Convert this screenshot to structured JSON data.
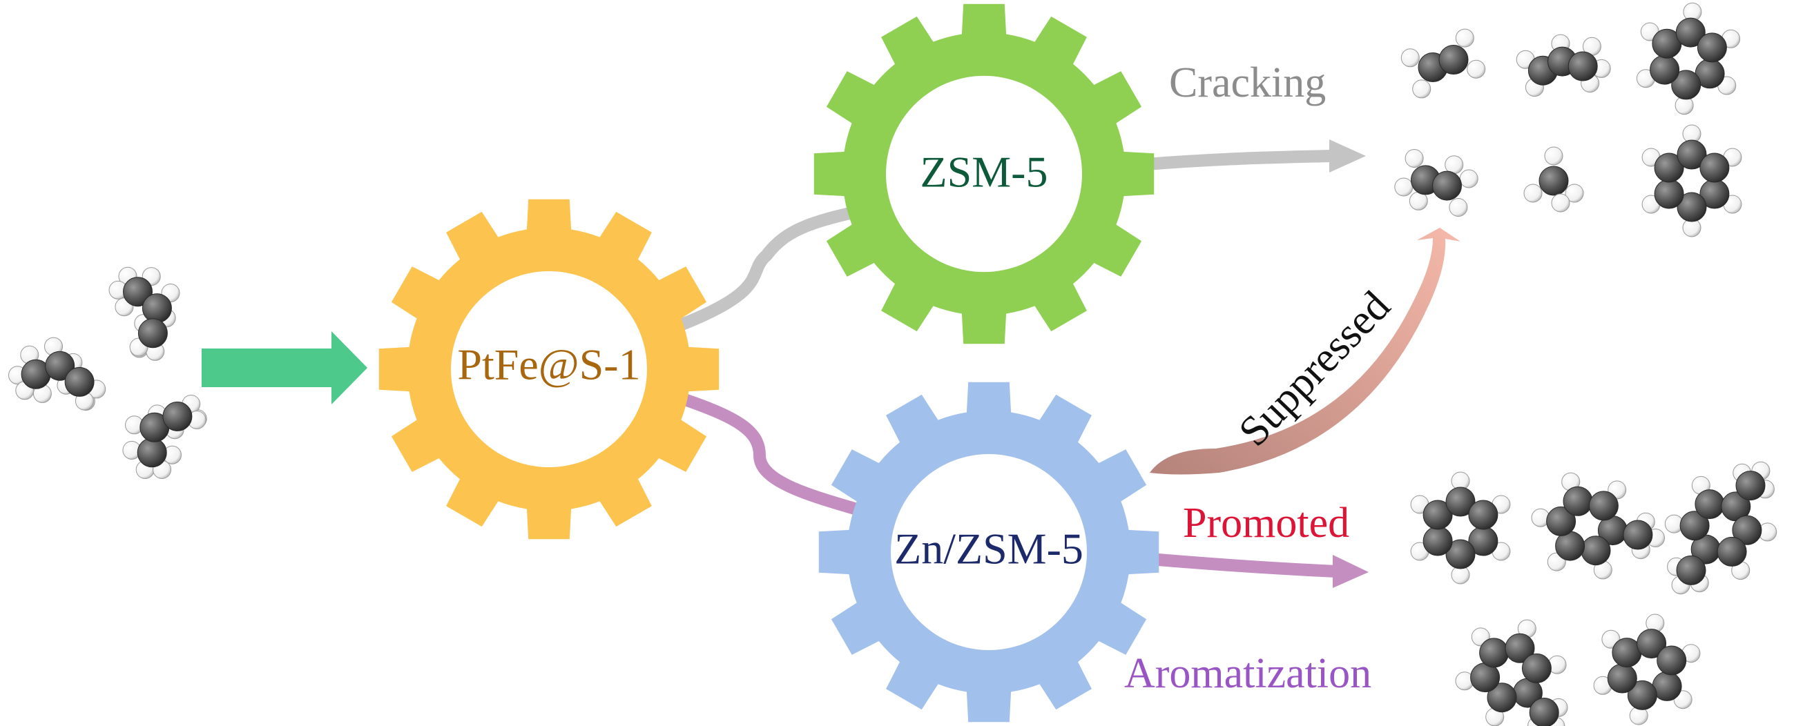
{
  "labels": {
    "ptfe": "PtFe@S-1",
    "zsm5": "ZSM-5",
    "znzsm5": "Zn/ZSM-5",
    "cracking": "Cracking",
    "suppressed": "Suppressed",
    "promoted": "Promoted",
    "aromatization": "Aromatization"
  },
  "colors": {
    "orange_gear": "#fdc34f",
    "green_gear": "#8fd052",
    "blue_gear": "#a1c0ec",
    "feed_arrow": "#4dc98b",
    "cracking_arrow": "#c4c4c4",
    "aromatization_arrow": "#c48fc0",
    "suppressed_arrow_start": "#b5837b",
    "suppressed_arrow_end": "#f6b9aa",
    "ptfe_text": "#a8660e",
    "zsm5_text": "#0d5a3a",
    "znzsm5_text": "#1c2a6b",
    "cracking_text": "#8c8c8c",
    "promoted_text": "#dc1436",
    "aromatization_text": "#9a55c4",
    "suppressed_text": "#111111",
    "carbon_atom": "#555555",
    "hydrogen_atom": "#ffffff"
  },
  "icons": {
    "reactant_molecules": [
      "propane-molecule-icon",
      "propane-molecule-icon",
      "propane-molecule-icon"
    ],
    "cracking_products": [
      "ethylene-molecule-icon",
      "propylene-molecule-icon",
      "butene-molecule-icon",
      "ethane-molecule-icon",
      "methane-molecule-icon",
      "benzene-molecule-icon"
    ],
    "aromatic_products": [
      "benzene-molecule-icon",
      "toluene-molecule-icon",
      "xylene-molecule-icon",
      "ethylbenzene-molecule-icon",
      "benzene-molecule-icon"
    ]
  }
}
